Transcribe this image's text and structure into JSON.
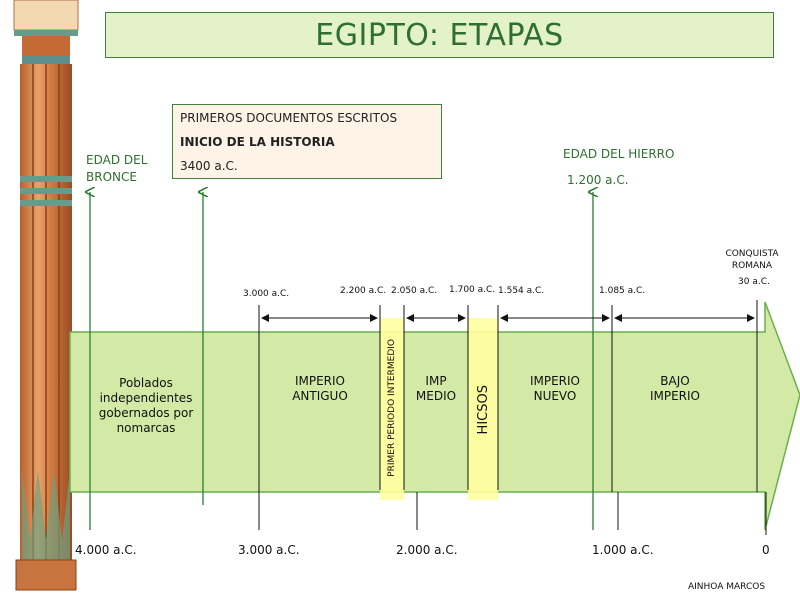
{
  "title": "EGIPTO: ETAPAS",
  "documents_box": {
    "line1": "PRIMEROS DOCUMENTOS ESCRITOS",
    "line2": "INICIO DE LA HISTORIA",
    "line3": "3400 a.C."
  },
  "edad_bronce": {
    "line1": "EDAD DEL",
    "line2": "BRONCE"
  },
  "edad_hierro": {
    "label": "EDAD DEL HIERRO",
    "date": "1.200 a.C."
  },
  "conquista": {
    "line1": "CONQUISTA",
    "line2": "ROMANA",
    "date": "30 a.C."
  },
  "period_dates": [
    "3.000 a.C.",
    "2.200 a.C.",
    "2.050 a.C.",
    "1.700 a.C.",
    "1.554 a.C.",
    "1.085 a.C."
  ],
  "bands": {
    "poblados": "Poblados independientes gobernados por nomarcas",
    "imperio_antiguo": {
      "line1": "IMPERIO",
      "line2": "ANTIGUO"
    },
    "primer_periodo": "PRIMER PERIODO INTERMEDIO",
    "imp_medio": {
      "line1": "IMP",
      "line2": "MEDIO"
    },
    "hicsos": "HICSOS",
    "imperio_nuevo": {
      "line1": "IMPERIO",
      "line2": "NUEVO"
    },
    "bajo_imperio": {
      "line1": "BAJO",
      "line2": "IMPERIO"
    }
  },
  "axis_labels": [
    "4.000 a.C.",
    "3.000 a.C.",
    "2.000 a.C.",
    "1.000 a.C.",
    "0"
  ],
  "author": "AINHOA MARCOS",
  "colors": {
    "band_fill": "#d3eaa6",
    "highlight": "#ffffa0",
    "green_line": "#2e7d32",
    "title_bg": "#e3f2c9",
    "doc_bg": "#fdf3e6"
  }
}
